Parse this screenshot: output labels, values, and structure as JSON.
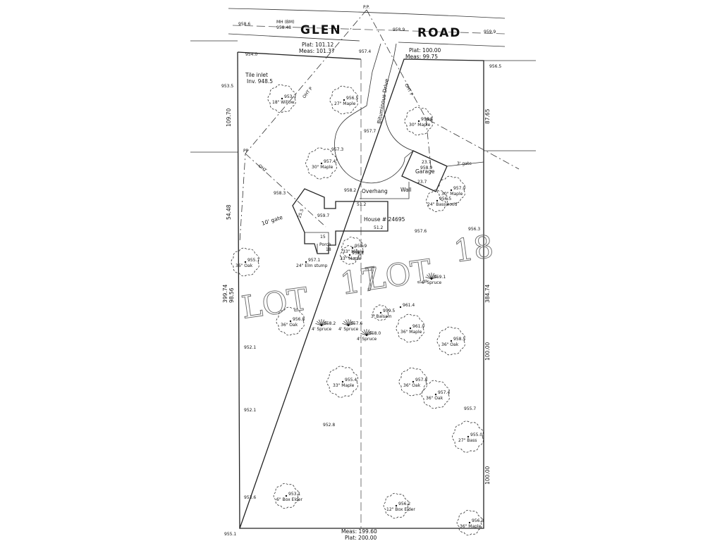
{
  "road": {
    "name_left": "GLEN",
    "name_right": "ROAD",
    "pp_top": "P.P.",
    "manhole": "MH (BM)",
    "manhole_elev": "958.48",
    "elev_left": "958.6",
    "elev_mid": "958.9",
    "elev_right": "959.9"
  },
  "dimensions": {
    "plat_west_front": "Plat: 101.12",
    "meas_west_front": "Meas: 101.37",
    "plat_east_front": "Plat: 100.00",
    "meas_east_front": "Meas: 99.75",
    "left_upper": "109.70",
    "left_mid": "54.48",
    "left_total": "399.74",
    "left_lower": "98.56",
    "right_upper": "87.65",
    "right_total": "384.74",
    "right_mid": "100.00",
    "right_lower": "100.00",
    "bottom_meas": "Meas: 199.60",
    "bottom_plat": "Plat: 200.00"
  },
  "labels": {
    "drive": "Bituminous Drive",
    "garage": "Garage",
    "house": "House # 24695",
    "porch": "Porch",
    "overhang": "Overhang",
    "wall": "Wall",
    "gate_10": "10' gate",
    "gate_3": "3' gate",
    "tile_inlet": "Tile inlet",
    "tile_inlet_inv": "Inv. 948.5",
    "pp_right": "PP",
    "pp_left": "PP",
    "ohtp": "OHT P",
    "oht": "OHT",
    "lot_text": "LOT",
    "lot_number": "17",
    "lot_18": "18",
    "dim_garage_top": "23.7",
    "dim_garage_bottom": "23.7",
    "dim_house_top": "51.2",
    "dim_house_bottom": "51.2",
    "dim_house_side": "25.5",
    "dim_porch_18": "18",
    "dim_porch_15": "15"
  },
  "trees": [
    {
      "elev": "953.7",
      "desc": "18\" Willow"
    },
    {
      "elev": "956.5",
      "desc": "27\" Maple"
    },
    {
      "elev": "956.1",
      "desc": "30\" Maple"
    },
    {
      "elev": "957.4",
      "desc": "30\" Maple"
    },
    {
      "elev": "957.0",
      "desc": "30\" Maple"
    },
    {
      "elev": "956.5",
      "desc": "24\" Basswood"
    },
    {
      "elev": "958.9",
      "desc": "33\" Maple"
    },
    {
      "elev": "958.1",
      "desc": "33\" Maple"
    },
    {
      "elev": "957.1",
      "desc": "24\" Elm stump"
    },
    {
      "elev": "955.7",
      "desc": "36\" Oak"
    },
    {
      "elev": "959.1",
      "desc": "6' Spruce"
    },
    {
      "elev": "961.4",
      "desc": ""
    },
    {
      "elev": "959.5",
      "desc": "3' Balsam"
    },
    {
      "elev": "956.8",
      "desc": "36\" Oak"
    },
    {
      "elev": "958.2",
      "desc": "4' Spruce"
    },
    {
      "elev": "957.6",
      "desc": "4' Spruce"
    },
    {
      "elev": "958.0",
      "desc": "4' Spruce"
    },
    {
      "elev": "961.0",
      "desc": "36\" Maple"
    },
    {
      "elev": "958.5",
      "desc": "36\" Oak"
    },
    {
      "elev": "955.4",
      "desc": "33\" Maple"
    },
    {
      "elev": "957.8",
      "desc": "36\" Oak"
    },
    {
      "elev": "957.4",
      "desc": "36\" Oak"
    },
    {
      "elev": "955.0",
      "desc": "27\" Bass"
    },
    {
      "elev": "953.1",
      "desc": "6\" Box Elder"
    },
    {
      "elev": "956.2",
      "desc": "12\" Box Elder"
    },
    {
      "elev": "956.3",
      "desc": "36\" Maple"
    }
  ],
  "spot_elevations": {
    "e_954_0": "954.0",
    "e_957_4_road": "957.4",
    "e_956_5_ne": "956.5",
    "e_953_5": "953.5",
    "e_957_7": "957.7",
    "e_957_3": "957.3",
    "e_958_3": "958.3",
    "e_958_2": "958.2",
    "e_959_7": "959.7",
    "e_957_6": "957.6",
    "e_958_9_g": "958.9",
    "e_956_3_e": "956.3",
    "e_952_1a": "952.1",
    "e_952_1b": "952.1",
    "e_952_8": "952.8",
    "e_955_7": "955.7",
    "e_953_6": "953.6",
    "e_955_1": "955.1"
  }
}
